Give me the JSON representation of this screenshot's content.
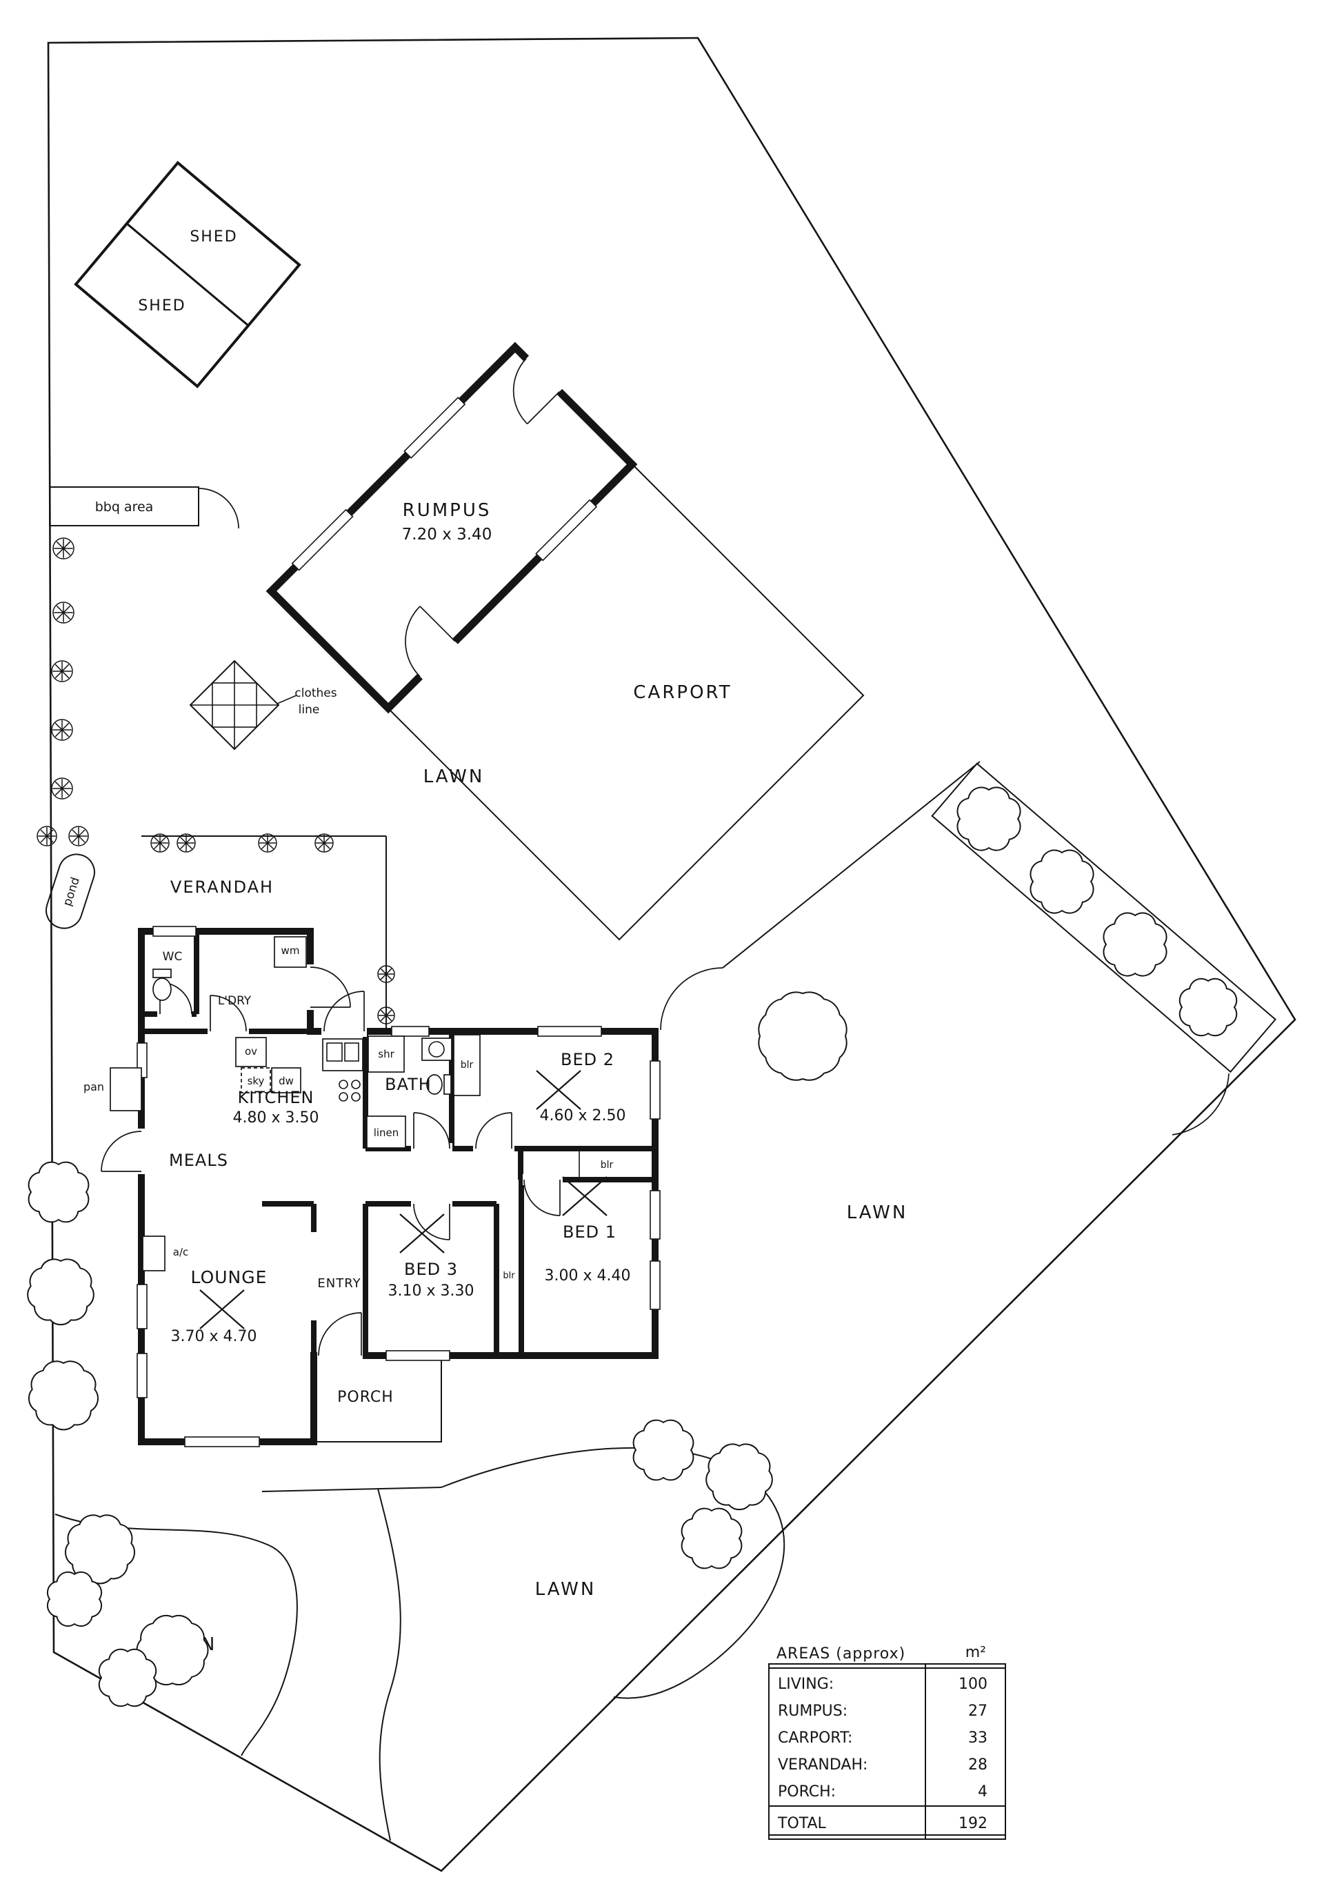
{
  "plan": {
    "sheds": [
      "SHED",
      "SHED"
    ],
    "bbq_area": "bbq area",
    "rumpus": {
      "name": "RUMPUS",
      "dims": "7.20 x 3.40"
    },
    "carport": "CARPORT",
    "clothes_line": {
      "line1": "clothes",
      "line2": "line"
    },
    "lawn": "LAWN",
    "pond": "pond",
    "verandah": "VERANDAH",
    "wc": "WC",
    "laundry": "L'DRY",
    "wm": "wm",
    "ov": "ov",
    "sky": "sky",
    "dw": "dw",
    "pan": "pan",
    "kitchen": {
      "name": "KITCHEN",
      "dims": "4.80 x 3.50"
    },
    "meals": "MEALS",
    "bath": "BATH",
    "shr": "shr",
    "linen": "linen",
    "blr": "blr",
    "bed2": {
      "name": "BED 2",
      "dims": "4.60 x 2.50"
    },
    "bed1": {
      "name": "BED 1",
      "dims": "3.00 x 4.40"
    },
    "bed3": {
      "name": "BED 3",
      "dims": "3.10 x 3.30"
    },
    "lounge": {
      "name": "LOUNGE",
      "dims": "3.70 x 4.70"
    },
    "entry": "ENTRY",
    "porch": "PORCH",
    "ac": "a/c"
  },
  "areas_table": {
    "title": "AREAS (approx)",
    "unit": "m²",
    "rows": [
      {
        "label": "LIVING:",
        "value": "100"
      },
      {
        "label": "RUMPUS:",
        "value": "27"
      },
      {
        "label": "CARPORT:",
        "value": "33"
      },
      {
        "label": "VERANDAH:",
        "value": "28"
      },
      {
        "label": "PORCH:",
        "value": "4"
      },
      {
        "label": "TOTAL",
        "value": "192"
      }
    ]
  }
}
